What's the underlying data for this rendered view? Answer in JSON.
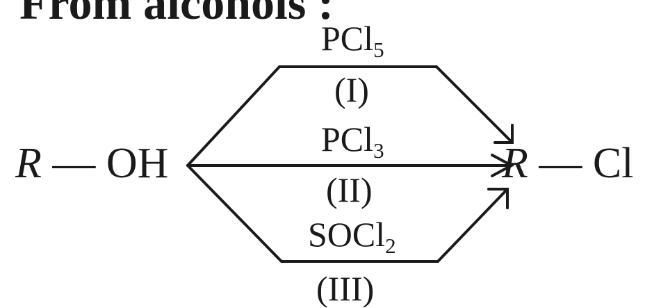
{
  "heading": "From alcohols :",
  "reactant": {
    "r": "R",
    "dash": " — ",
    "group": "OH"
  },
  "product": {
    "r": "R",
    "dash": " — ",
    "group": "Cl"
  },
  "routes": [
    {
      "reagent_base": "PCl",
      "reagent_sub": "5",
      "numeral": "(I)"
    },
    {
      "reagent_base": "PCl",
      "reagent_sub": "3",
      "numeral": "(II)"
    },
    {
      "reagent_base": "SOCl",
      "reagent_sub": "2",
      "numeral": "(III)"
    }
  ]
}
